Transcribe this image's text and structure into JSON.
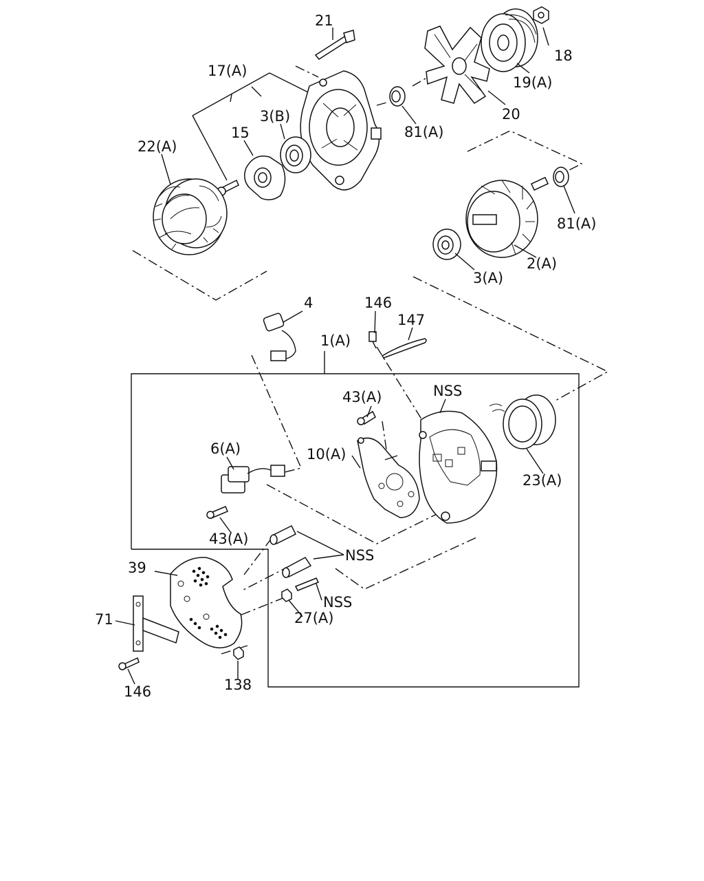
{
  "labels": {
    "p21": "21",
    "p18": "18",
    "p17a": "17(A)",
    "p19a": "19(A)",
    "p3b": "3(B)",
    "p20": "20",
    "p15": "15",
    "p81a_top": "81(A)",
    "p22a": "22(A)",
    "p81a_right": "81(A)",
    "p2a": "2(A)",
    "p3a": "3(A)",
    "p4": "4",
    "p146_top": "146",
    "p147": "147",
    "p1a": "1(A)",
    "p43a_top": "43(A)",
    "nss_top": "NSS",
    "p6a": "6(A)",
    "p10a": "10(A)",
    "p23a": "23(A)",
    "p43a_bottom": "43(A)",
    "nss_mid": "NSS",
    "p39": "39",
    "nss_bottom": "NSS",
    "p27a": "27(A)",
    "p71": "71",
    "p146_bottom": "146",
    "p138": "138"
  }
}
